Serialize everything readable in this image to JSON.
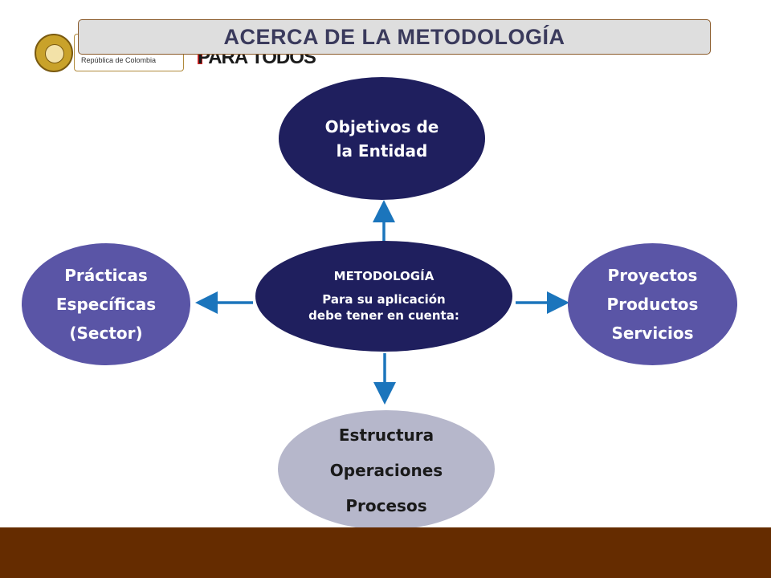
{
  "header": {
    "title": "ACERCA DE LA METODOLOGÍA",
    "logo_caption": "República de Colombia",
    "slogan": "PARA TODOS"
  },
  "diagram": {
    "top": {
      "lines": [
        "Objetivos de",
        "la Entidad"
      ]
    },
    "left": {
      "lines": [
        "Prácticas",
        "Específicas",
        "(Sector)"
      ]
    },
    "right": {
      "lines": [
        "Proyectos",
        "Productos",
        "Servicios"
      ]
    },
    "center": {
      "heading": "METODOLOGÍA",
      "lines": [
        "Para su aplicación",
        "debe tener en cuenta:"
      ]
    },
    "bottom": {
      "lines": [
        "Estructura",
        "Operaciones",
        "Procesos"
      ]
    }
  },
  "colors": {
    "dark_navy": "#1f1f5e",
    "purple": "#5a55a6",
    "lavender_gray": "#b6b7cb",
    "arrow_blue": "#1b75bc",
    "footer_brown": "#652c00"
  }
}
